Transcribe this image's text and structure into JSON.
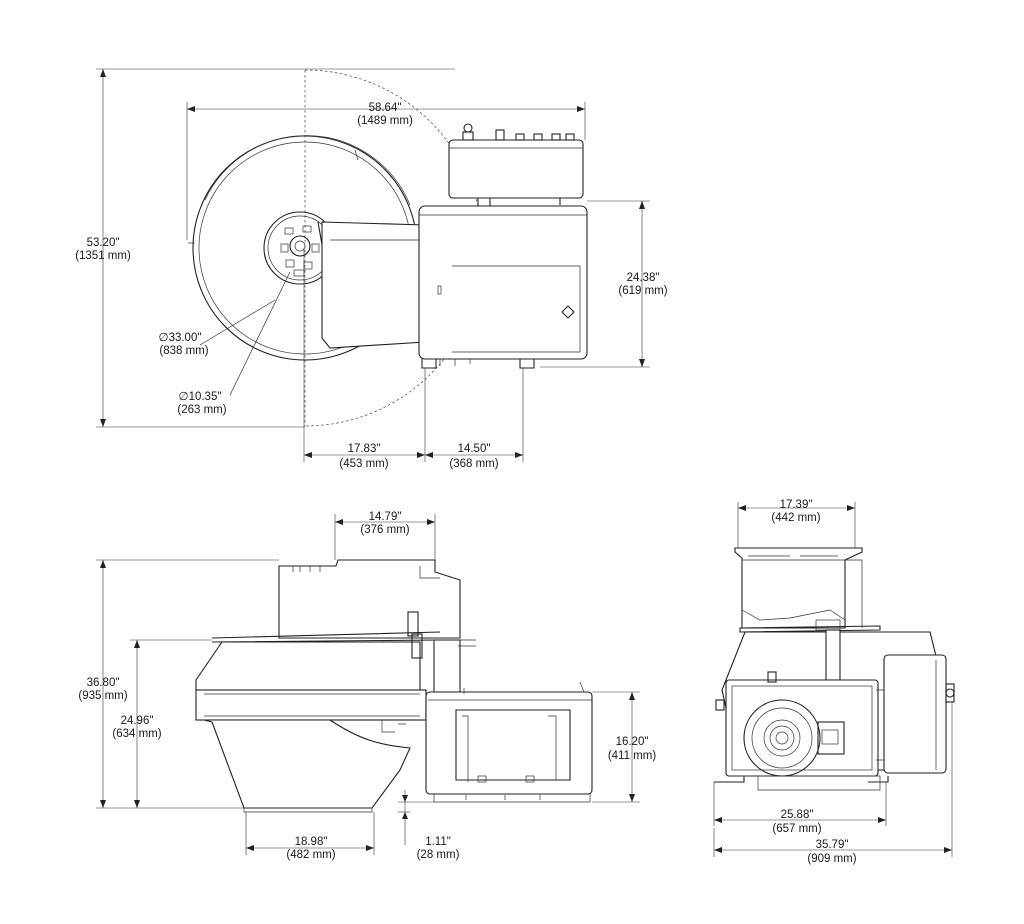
{
  "top_view": {
    "overall_height": {
      "in": "53.20\"",
      "mm": "(1351 mm)"
    },
    "overall_width": {
      "in": "58.64\"",
      "mm": "(1489 mm)"
    },
    "cabinet_height": {
      "in": "24.38\"",
      "mm": "(619 mm)"
    },
    "drum_diameter": {
      "in": "∅33.00\"",
      "mm": "(838 mm)"
    },
    "inner_diameter": {
      "in": "∅10.35\"",
      "mm": "(263 mm)"
    },
    "offset_left": {
      "in": "17.83\"",
      "mm": "(453 mm)"
    },
    "offset_right": {
      "in": "14.50\"",
      "mm": "(368 mm)"
    }
  },
  "front_view": {
    "top_width": {
      "in": "14.79\"",
      "mm": "(376 mm)"
    },
    "overall_height": {
      "in": "36.80\"",
      "mm": "(935 mm)"
    },
    "body_height": {
      "in": "24.96\"",
      "mm": "(634 mm)"
    },
    "cabinet_height": {
      "in": "16.20\"",
      "mm": "(411 mm)"
    },
    "base_width": {
      "in": "18.98\"",
      "mm": "(482 mm)"
    },
    "foot_offset": {
      "in": "1.11\"",
      "mm": "(28 mm)"
    }
  },
  "side_view": {
    "hopper_width": {
      "in": "17.39\"",
      "mm": "(442 mm)"
    },
    "base_width": {
      "in": "25.88\"",
      "mm": "(657 mm)"
    },
    "overall_width": {
      "in": "35.79\"",
      "mm": "(909 mm)"
    }
  }
}
